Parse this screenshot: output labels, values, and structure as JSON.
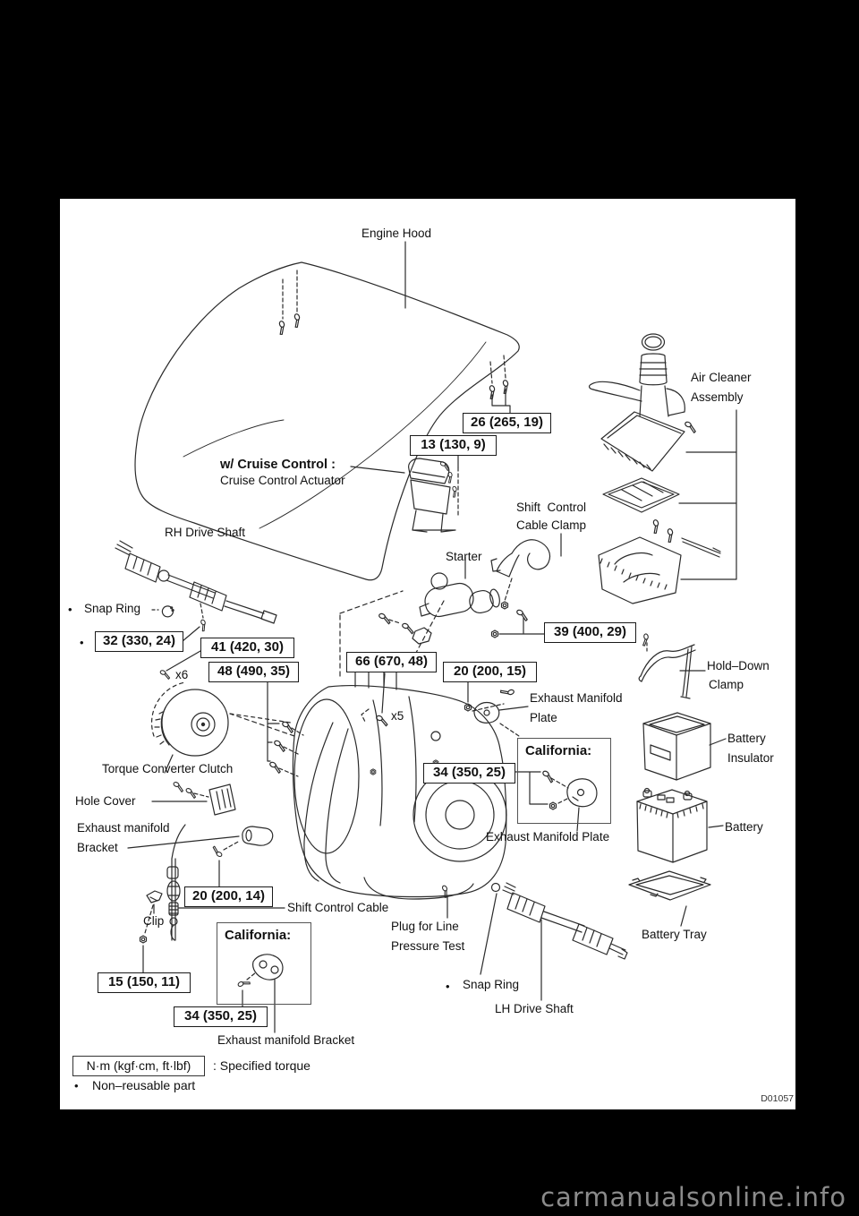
{
  "document": {
    "figure_code": "D01057",
    "watermark": "carmanualsonline.info"
  },
  "glyphs": {
    "bullet": "•"
  },
  "labels": {
    "engine_hood": "Engine Hood",
    "air_cleaner_line1": "Air Cleaner",
    "air_cleaner_line2": "Assembly",
    "cruise_title": "w/ Cruise Control :",
    "cruise_actuator": "Cruise Control Actuator",
    "shift_clamp_line1": "Shift  Control",
    "shift_clamp_line2": "Cable Clamp",
    "starter": "Starter",
    "rh_drive_shaft": "RH Drive Shaft",
    "snap_ring_rh": "Snap Ring",
    "multiplier_x6": "x6",
    "multiplier_x5": "x5",
    "torque_converter_clutch": "Torque Converter Clutch",
    "hole_cover": "Hole Cover",
    "exh_manifold_bracket_line1": "Exhaust manifold",
    "exh_manifold_bracket_line2": "Bracket",
    "clip": "Clip",
    "shift_control_cable": "Shift Control Cable",
    "plug_line1": "Plug for Line",
    "plug_line2": "Pressure Test",
    "snap_ring_lh": "Snap Ring",
    "lh_drive_shaft": "LH Drive Shaft",
    "hold_down_line1": "Hold–Down",
    "hold_down_line2": "Clamp",
    "battery_insulator_line1": "Battery",
    "battery_insulator_line2": "Insulator",
    "battery": "Battery",
    "battery_tray": "Battery Tray",
    "exh_manifold_plate_line1": "Exhaust Manifold",
    "exh_manifold_plate_line2": "Plate",
    "exh_manifold_plate_full": "Exhaust Manifold Plate",
    "exh_manifold_bracket_full": "Exhaust manifold Bracket",
    "california_a": "California:",
    "california_b": "California:"
  },
  "torques": {
    "hood_bolts": "26 (265, 19)",
    "cruise_bolts": "13 (130, 9)",
    "starter_bolts": "39 (400, 29)",
    "drive_shaft_nut": "32 (330, 24)",
    "bolt_41": "41 (420, 30)",
    "converter_bolts_x6": "48 (490, 35)",
    "transaxle_bolts_x5": "66 (670, 48)",
    "manifold_plate": "20 (200, 15)",
    "california_plate": "34 (350, 25)",
    "bracket_bolt": "20 (200, 14)",
    "cable_nut": "15 (150, 11)",
    "california_bracket": "34 (350, 25)"
  },
  "legend": {
    "torque_symbol": "N·m (kgf·cm, ft·lbf)",
    "torque_meaning": ": Specified torque",
    "non_reusable": "Non–reusable part"
  }
}
